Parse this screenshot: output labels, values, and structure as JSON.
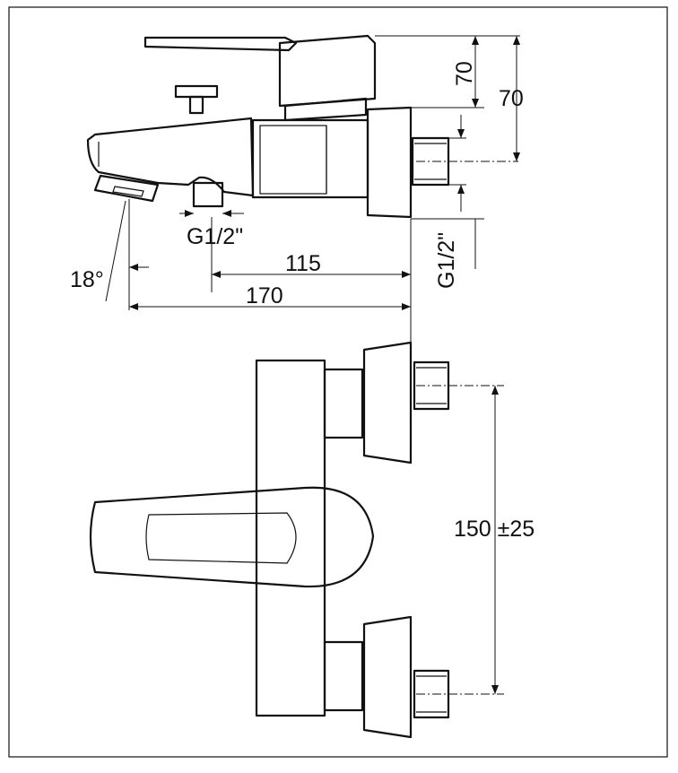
{
  "dimensions": {
    "lever_height": "70",
    "body_height": "70",
    "outlet_thread": "G1/2\"",
    "inlet_thread": "G1/2\"",
    "spout_angle": "18°",
    "outlet_projection": "115",
    "spout_projection": "170",
    "inlet_spacing": "150 ±25"
  }
}
